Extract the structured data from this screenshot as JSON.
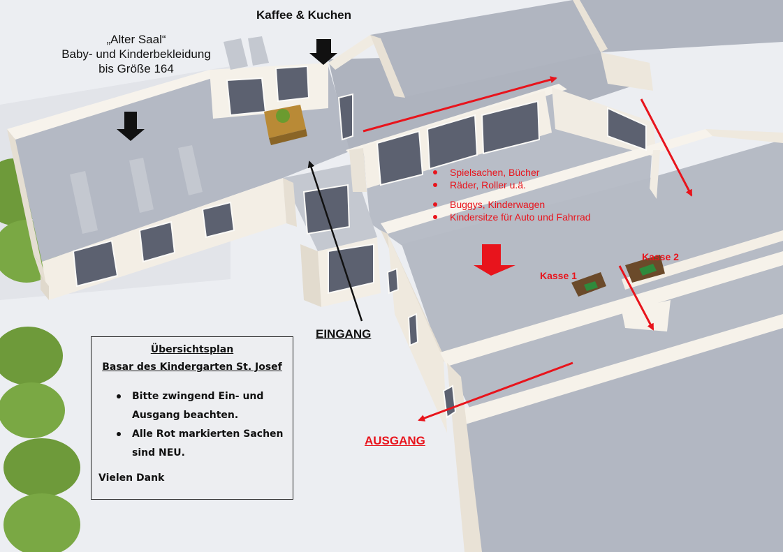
{
  "labels": {
    "kaffee": "Kaffee & Kuchen",
    "alter_saal": [
      "„Alter Saal“",
      "Baby- und Kinderbekleidung",
      "bis Größe 164"
    ],
    "eingang": "EINGANG",
    "ausgang": "AUSGANG",
    "kasse1": "Kasse  1",
    "kasse2": "Kasse  2"
  },
  "red_items": [
    "Spielsachen, Bücher",
    "Räder, Roller u.ä.",
    "Buggys, Kinderwagen",
    "Kindersitze für Auto und Fahrrad"
  ],
  "legend": {
    "title": "Übersichtsplan",
    "subtitle": "Basar des Kindergarten St. Josef",
    "bullets": [
      "Bitte zwingend Ein- und Ausgang beachten.",
      "Alle Rot markierten Sachen sind NEU."
    ],
    "thanks": "Vielen Dank"
  },
  "colors": {
    "marker_red": "#e8141c",
    "arrow_black": "#111111",
    "floor": "#b4b9c4",
    "wall": "#f4efe6"
  }
}
